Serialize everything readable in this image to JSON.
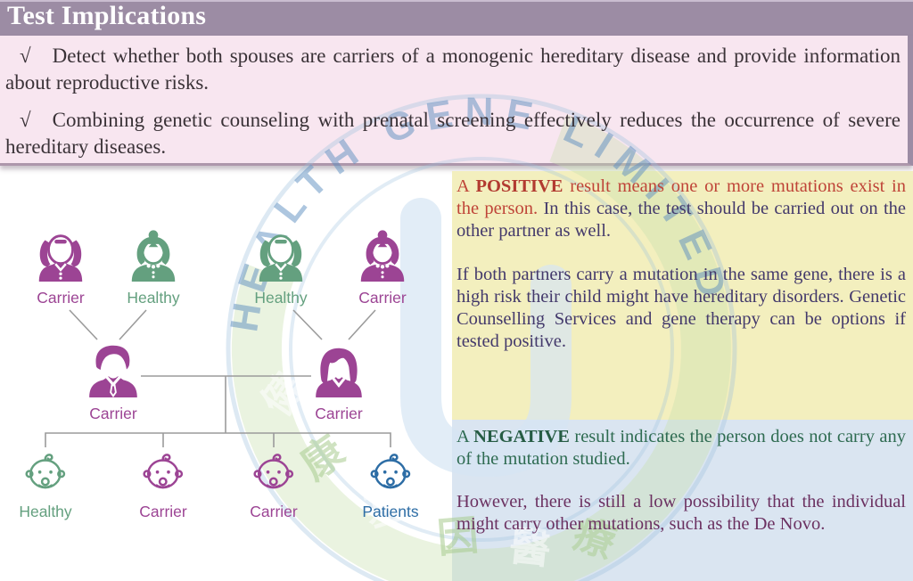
{
  "title": "Test Implications",
  "implications": {
    "bullet": "√",
    "items": [
      "Detect whether both spouses are carriers of a monogenic hereditary disease and provide information about reproductive risks.",
      "Combining genetic counseling with prenatal screening effectively reduces the occurrence of severe hereditary diseases."
    ]
  },
  "pedigree": {
    "grandparents": [
      {
        "label": "Carrier",
        "status": "carrier",
        "icon": "elder-man"
      },
      {
        "label": "Healthy",
        "status": "healthy",
        "icon": "elder-woman"
      },
      {
        "label": "Healthy",
        "status": "healthy",
        "icon": "elder-man"
      },
      {
        "label": "Carrier",
        "status": "carrier",
        "icon": "elder-woman"
      }
    ],
    "parents": [
      {
        "label": "Carrier",
        "status": "carrier",
        "icon": "man"
      },
      {
        "label": "Carrier",
        "status": "carrier",
        "icon": "woman"
      }
    ],
    "children": [
      {
        "label": "Healthy",
        "status": "healthy",
        "icon": "baby"
      },
      {
        "label": "Carrier",
        "status": "carrier",
        "icon": "baby"
      },
      {
        "label": "Carrier",
        "status": "carrier",
        "icon": "baby"
      },
      {
        "label": "Patients",
        "status": "patient",
        "icon": "baby"
      }
    ]
  },
  "positive_panel": {
    "prefix": "A ",
    "keyword": "POSITIVE",
    "red_text": " result means one or more mutations exist in the person.",
    "dark_text": " In this case, the test should be carried out on the other partner as well.",
    "para2": "If both partners carry a mutation in the same gene, there is a high risk their child might have hereditary disorders. Genetic Counselling Services and gene therapy can be options if tested positive."
  },
  "negative_panel": {
    "prefix": "A ",
    "keyword": "NEGATIVE",
    "rest": " result indicates the person does not carry any of the mutation studied.",
    "para2": "However, there is still a low possibility that the individual might carry other mutations, such as the De Novo."
  },
  "watermark": {
    "ring_text": "HEALTH GENE LIMITED",
    "cjk_chars": [
      "健",
      "康",
      "基",
      "因",
      "醫",
      "療"
    ]
  },
  "colors": {
    "carrier": "#9c4494",
    "healthy": "#64a07f",
    "patient": "#2d6da5"
  }
}
